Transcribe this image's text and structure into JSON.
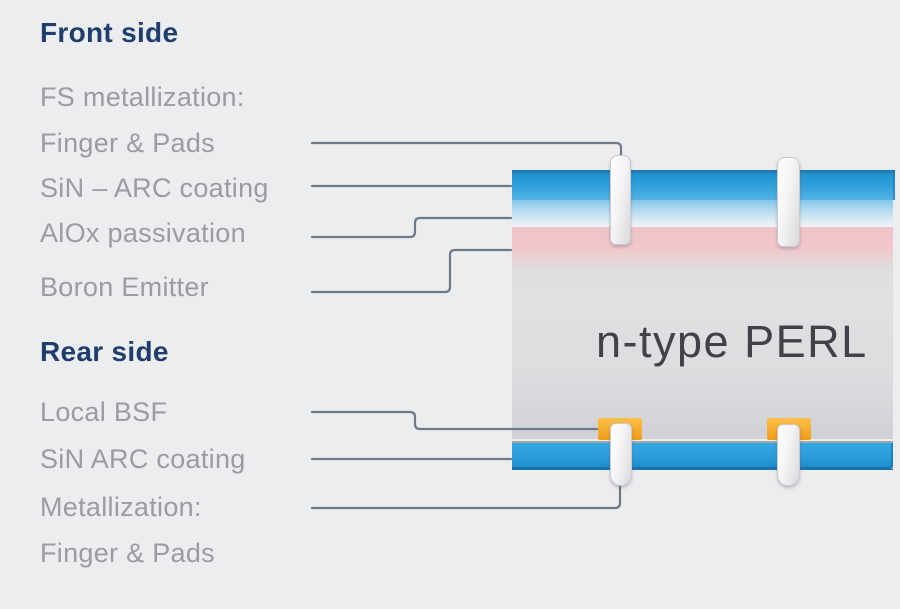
{
  "front": {
    "heading": "Front side",
    "labels": [
      "FS metallization:",
      "Finger & Pads",
      "SiN – ARC coating",
      "AlOx passivation",
      "Boron Emitter"
    ]
  },
  "rear": {
    "heading": "Rear side",
    "labels": [
      "Local BSF",
      "SiN ARC coating",
      "Metallization:",
      "Finger & Pads"
    ]
  },
  "cell": {
    "label": "n-type PERL"
  },
  "colors": {
    "background": "#ecedef",
    "heading_text": "#1e3e6e",
    "label_text": "#9b9ba1",
    "connector_line": "#6d7a89",
    "sin_arc_front_layer": "#2e9fd9",
    "alox_passivation_layer": "#c3e1f2",
    "boron_emitter_layer": "#f2c6ca",
    "wafer_body": "#dddde0",
    "sin_arc_rear_layer": "#2a9cda",
    "pad": "#f6ab2c",
    "finger": "#f4f4f6",
    "cell_text": "#41414a"
  }
}
